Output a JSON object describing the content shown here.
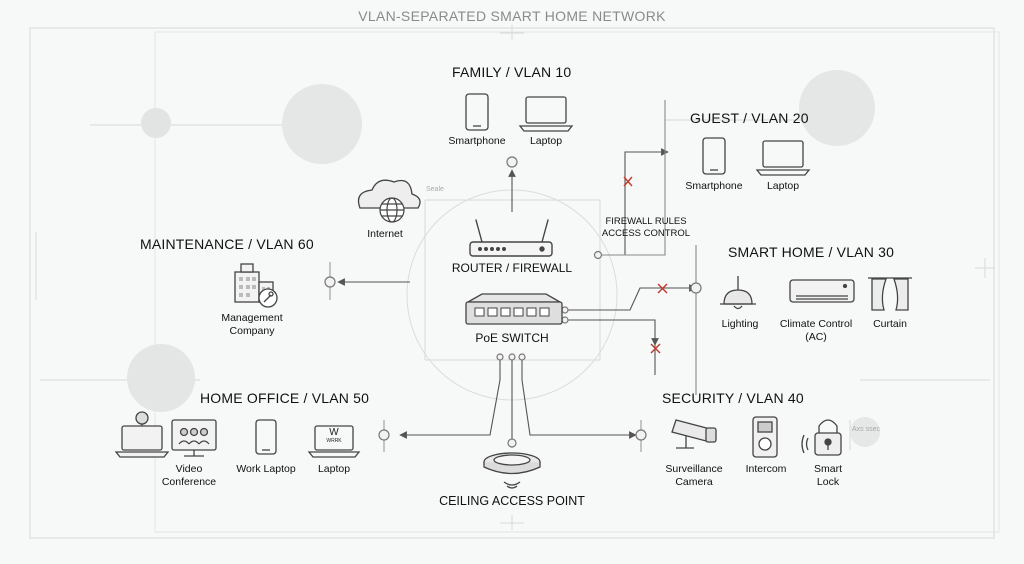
{
  "title": "VLAN-SEPARATED SMART HOME NETWORK",
  "core": {
    "router_label": "ROUTER / FIREWALL",
    "switch_label": "PoE SWITCH",
    "internet_label": "Internet",
    "firewall_rules_line1": "FIREWALL RULES",
    "firewall_rules_line2": "ACCESS CONTROL",
    "access_point_label": "CEILING ACCESS POINT",
    "scale_label": "Seale"
  },
  "groups": {
    "family": {
      "label": "FAMILY / VLAN 10",
      "devices": [
        "Smartphone",
        "Laptop"
      ]
    },
    "guest": {
      "label": "GUEST / VLAN 20",
      "devices": [
        "Smartphone",
        "Laptop"
      ]
    },
    "smart_home": {
      "label": "SMART HOME / VLAN 30",
      "devices": [
        "Lighting",
        "Climate Control",
        "(AC)",
        "Curtain"
      ]
    },
    "security": {
      "label": "SECURITY / VLAN 40",
      "devices": [
        "Surveillance",
        "Camera",
        "Intercom",
        "Smart",
        "Lock"
      ]
    },
    "home_office": {
      "label": "HOME OFFICE / VLAN 50",
      "devices": [
        "Video",
        "Conference",
        "Work Laptop",
        "Laptop"
      ]
    },
    "maintenance": {
      "label": "MAINTENANCE / VLAN 60",
      "devices": [
        "Management",
        "Company"
      ]
    }
  },
  "annotations": {
    "axis_note": "Axs ssec",
    "laptop_screen": "W",
    "laptop_screen_sub": "WRRK"
  },
  "colors": {
    "line": "#555555",
    "accent": "#c0392b",
    "faint": "#c8c8c8",
    "node": "#777777"
  }
}
